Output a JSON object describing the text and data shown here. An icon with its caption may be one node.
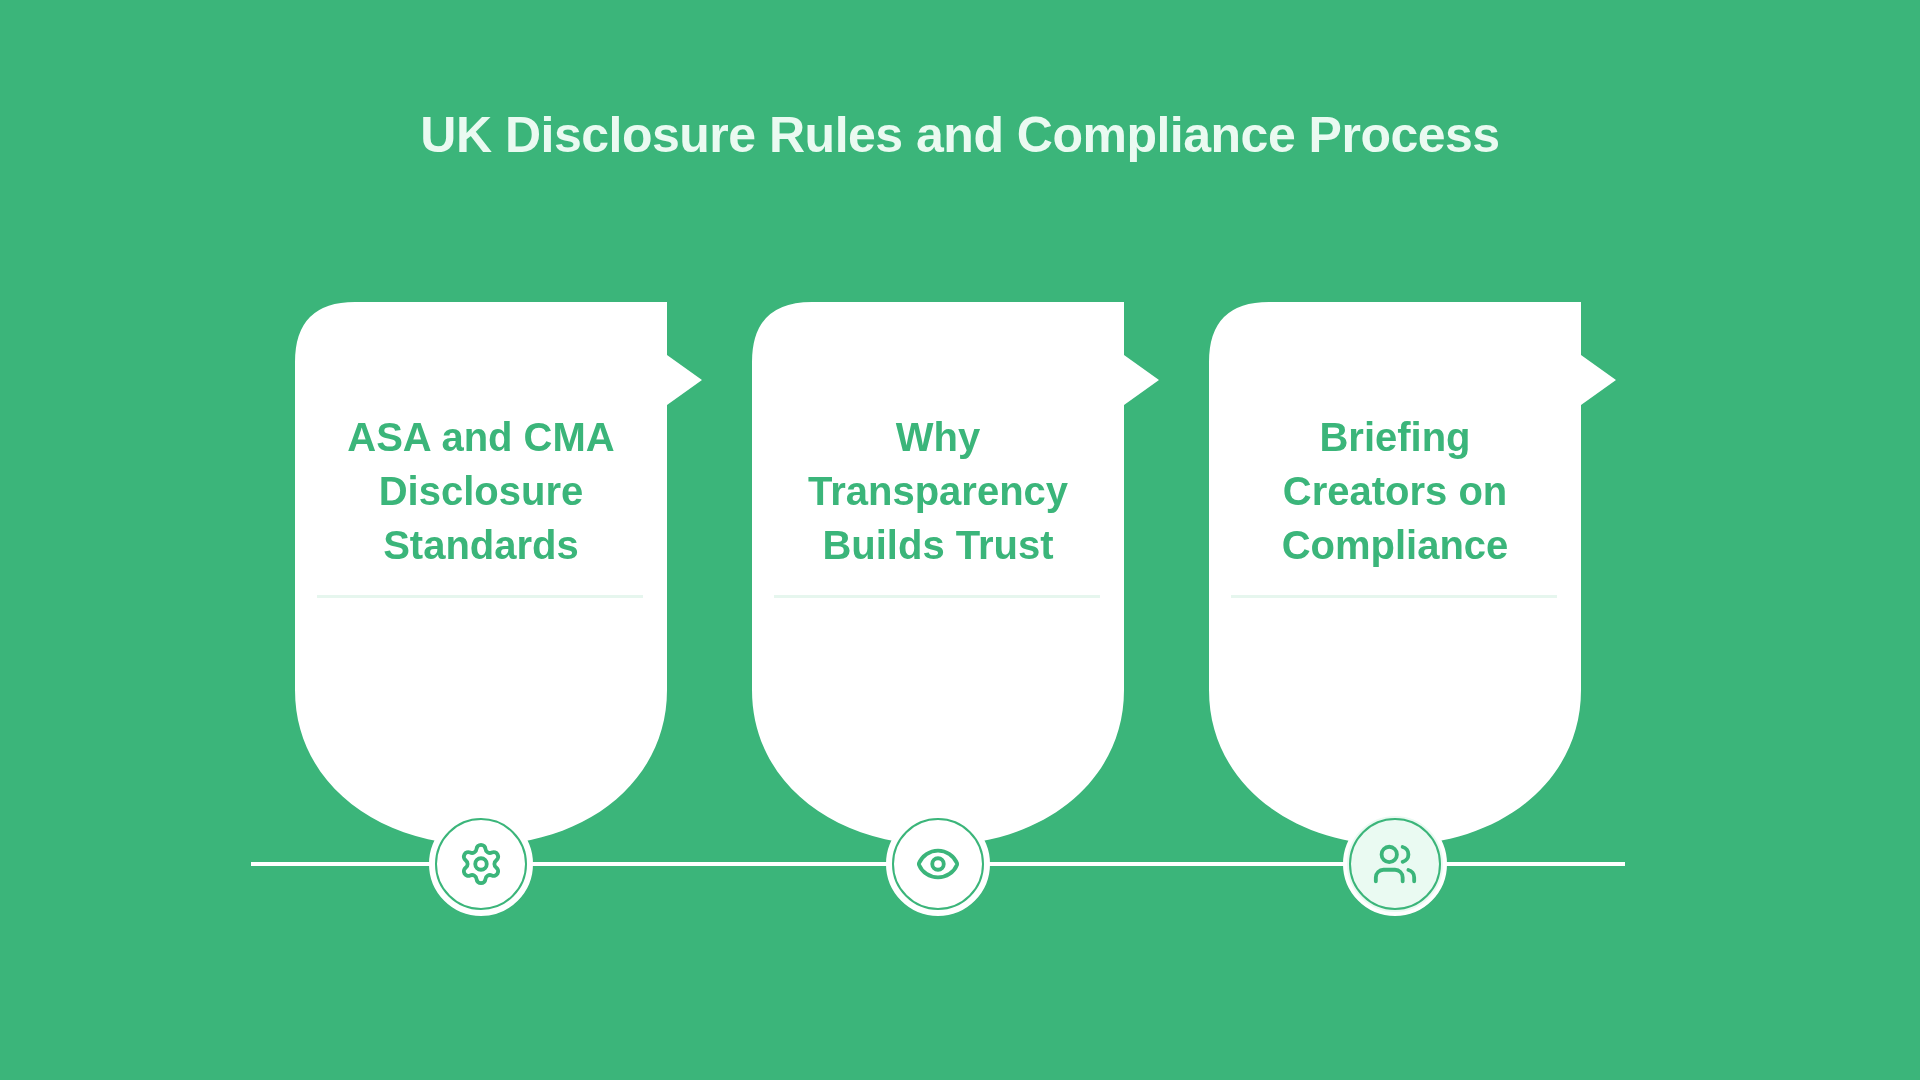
{
  "diagram": {
    "title": "UK Disclosure Rules and Compliance Process",
    "nodes": [
      {
        "text": [
          "ASA and CMA Disclosure Standards"
        ]
      },
      {
        "text": [
          "Why Transparency Builds Trust"
        ]
      },
      {
        "text": [
          "Briefing Creators on Compliance"
        ]
      }
    ]
  }
}
